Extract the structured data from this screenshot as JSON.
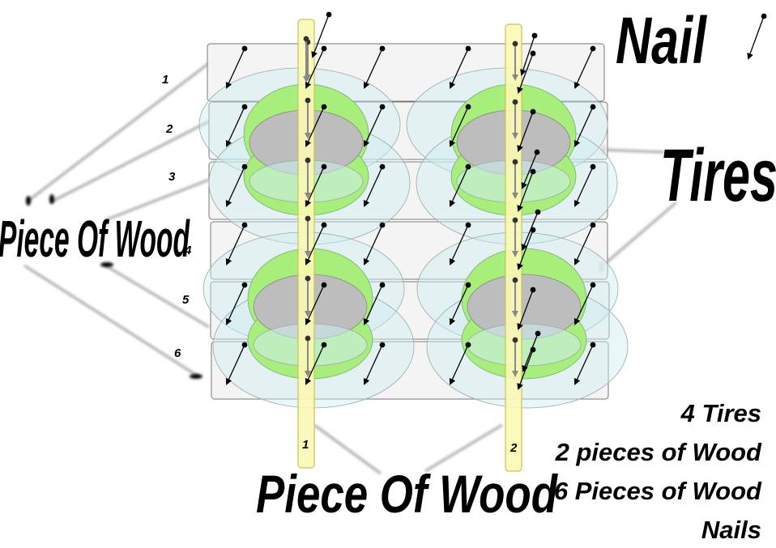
{
  "labels": {
    "nail": "Nail",
    "tires": "Tires",
    "piece_of_wood_left": "Piece Of Wood",
    "piece_of_wood_bottom": "Piece Of Wood"
  },
  "row_numbers": [
    "1",
    "2",
    "3",
    "4",
    "5",
    "6"
  ],
  "post_numbers": [
    "1",
    "2"
  ],
  "summary": [
    "4 Tires",
    "2 pieces of Wood",
    "6 Pieces of Wood",
    "Nails"
  ],
  "colors": {
    "plank_fill": "#f3f3f3",
    "plank_stroke": "#777777",
    "tire_outer": "#cfeef2",
    "tire_green": "#a8ee7a",
    "tire_hole": "#bdbdbd",
    "post_fill": "#fbf8b4",
    "post_stroke": "#c9c25a",
    "pointer_line": "#9a9a9a",
    "nail": "#000000"
  }
}
